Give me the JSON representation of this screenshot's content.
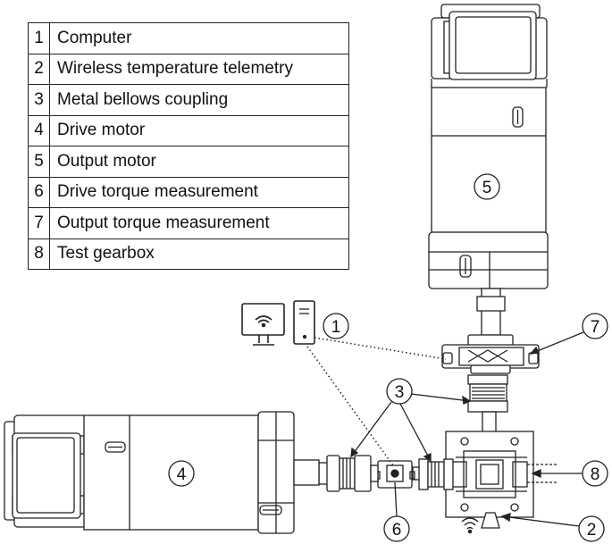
{
  "legend": {
    "rows": [
      {
        "num": "1",
        "label": "Computer"
      },
      {
        "num": "2",
        "label": "Wireless temperature telemetry"
      },
      {
        "num": "3",
        "label": "Metal bellows coupling"
      },
      {
        "num": "4",
        "label": "Drive motor"
      },
      {
        "num": "5",
        "label": "Output motor"
      },
      {
        "num": "6",
        "label": "Drive torque measurement"
      },
      {
        "num": "7",
        "label": "Output torque measurement"
      },
      {
        "num": "8",
        "label": "Test gearbox"
      }
    ]
  },
  "callouts": {
    "computer": "1",
    "telemetry": "2",
    "coupling": "3",
    "drive_motor": "4",
    "output_motor": "5",
    "drive_torque": "6",
    "output_torque": "7",
    "gearbox": "8"
  }
}
